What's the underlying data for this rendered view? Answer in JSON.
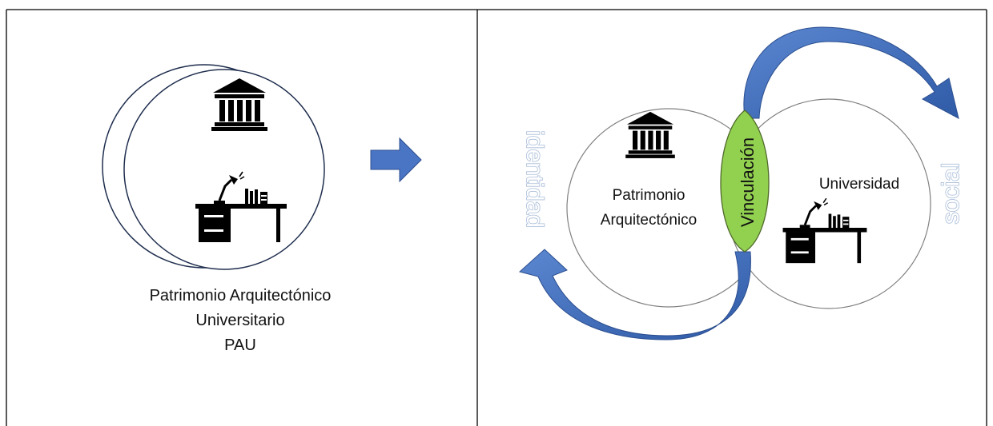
{
  "left_panel": {
    "title_lines": [
      "Patrimonio Arquitectónico",
      "Universitario",
      "PAU"
    ],
    "icons": [
      "museum-icon",
      "desk-lamp-books-icon"
    ]
  },
  "arrow": {
    "icon": "right-arrow-icon",
    "color": "#4a74c4"
  },
  "right_panel": {
    "heritage_label_lines": [
      "Patrimonio",
      "Arquitectónico"
    ],
    "university_label": "Universidad",
    "link_label": "Vinculación",
    "side_left": "identidad",
    "side_right": "social",
    "icons": [
      "museum-icon",
      "desk-lamp-books-icon"
    ]
  },
  "colors": {
    "link_fill": "#92d050",
    "arrow_blue": "#3f67b0",
    "outline_text": "#a8bcd9",
    "circle_stroke": "#1f2e4e"
  }
}
